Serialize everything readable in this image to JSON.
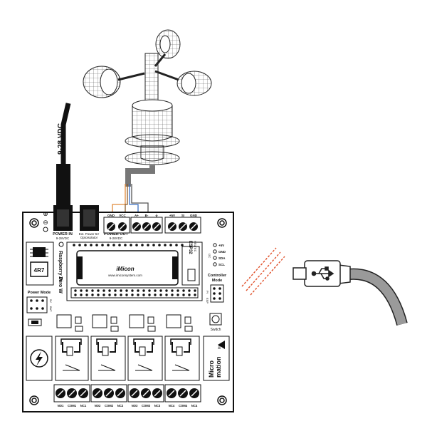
{
  "cable_label": "9-28 VDC",
  "jacks": {
    "power_in": "POWER IN",
    "power_in_range": "9-28VDC",
    "ext_power": "Ext. Power 5V",
    "ext_power_sub": "Optoisolator",
    "power_out": "POWER OUT",
    "power_out_range": "9-28VDC"
  },
  "terminals_top": [
    "GND",
    "VCC",
    "A+",
    "B-",
    "⏚",
    "+5V",
    "SI",
    "GND"
  ],
  "pi_label_1": "Raspberry Pi",
  "pi_label_2": "Zero W",
  "esp_label": "ESP32",
  "esp_sub": "HELTEC",
  "imicon_brand": "iMicon",
  "imicon_url": "www.imiconsystem.com",
  "inductor_label": "4R7",
  "i2c_pins": [
    "+5V",
    "GND",
    "SDA",
    "SCL"
  ],
  "i2c_tag": "I2C",
  "controller_mode": "Controller Mode",
  "controller_mode_pins": [
    "PI",
    "ESP"
  ],
  "power_mode": "Power Mode",
  "power_mode_pins": [
    "5V",
    "BAT"
  ],
  "switch_label": "Switch",
  "brand_line1": "Micro",
  "brand_line2": "mation",
  "brand_tag": "lite",
  "relay_terminals": [
    "NO1",
    "COM1",
    "NC1",
    "NO2",
    "COM2",
    "NC2",
    "NO3",
    "COM3",
    "NC3",
    "NC4",
    "COM4",
    "NC4"
  ],
  "colors": {
    "board": "#ffffff",
    "ink": "#111111",
    "wire_orange": "#e08a3a",
    "wire_blue": "#3b6fc2",
    "wire_brown": "#8a5a2b",
    "signal_red": "#e0502a",
    "usb_cable": "#9a9a9a"
  },
  "icons": [
    "anemometer-icon",
    "usb-icon",
    "lightning-icon",
    "relay-coil-icon",
    "micromation-logo-icon"
  ]
}
